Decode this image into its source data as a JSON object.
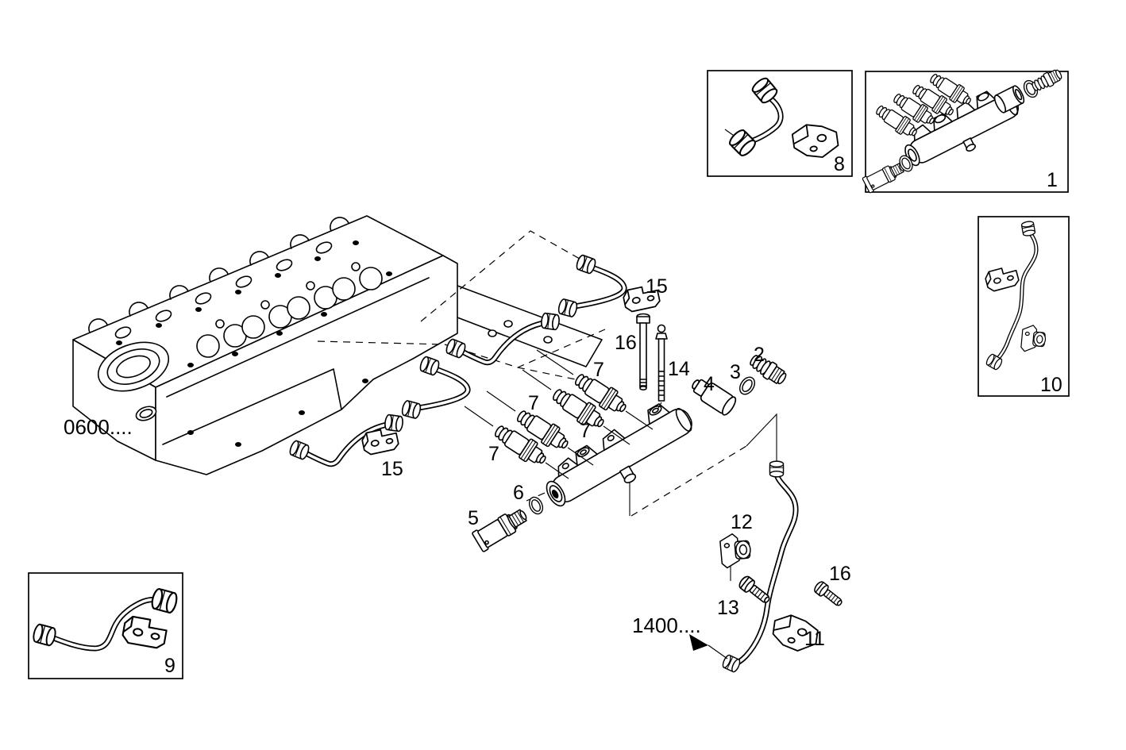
{
  "diagram": {
    "background_color": "#ffffff",
    "line_color": "#000000",
    "section_labels": [
      {
        "label": "0600...."
      },
      {
        "label": "1400...."
      }
    ],
    "callouts": [
      {
        "label": "1"
      },
      {
        "label": "2"
      },
      {
        "label": "3"
      },
      {
        "label": "4"
      },
      {
        "label": "5"
      },
      {
        "label": "6"
      },
      {
        "label": "7"
      },
      {
        "label": "7"
      },
      {
        "label": "7"
      },
      {
        "label": "7"
      },
      {
        "label": "8"
      },
      {
        "label": "9"
      },
      {
        "label": "10"
      },
      {
        "label": "11"
      },
      {
        "label": "12"
      },
      {
        "label": "13"
      },
      {
        "label": "14"
      },
      {
        "label": "15"
      },
      {
        "label": "15"
      },
      {
        "label": "16"
      },
      {
        "label": "16"
      }
    ]
  }
}
